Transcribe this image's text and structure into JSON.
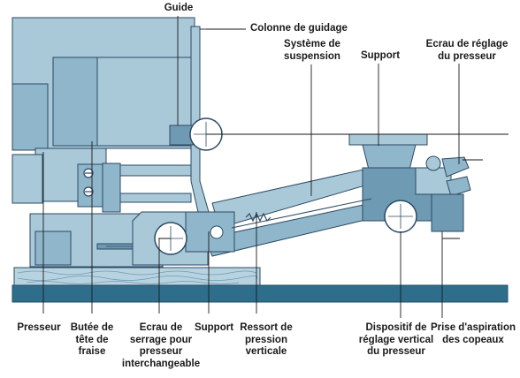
{
  "labels": {
    "guide": "Guide",
    "colonne": "Colonne de guidage",
    "systeme": "Système de\nsuspension",
    "support_top": "Support",
    "ecrau_reglage": "Ecrau de réglage\ndu presseur",
    "presseur": "Presseur",
    "butee": "Butée de\ntête de\nfraise",
    "ecrau_serrage": "Ecrau de\nserrage pour\npresseur\ninterchangeable",
    "support_bottom": "Support",
    "ressort": "Ressort de\npression\nverticale",
    "dispositif": "Dispositif de\nréglage vertical\ndu presseur",
    "prise": "Prise d'aspiration\ndes copeaux"
  },
  "colors": {
    "body_light": "#a9c8d8",
    "body_mid": "#8fb6ca",
    "body_dark": "#6f9ab3",
    "outline": "#2b4a63",
    "table": "#2f6e8a",
    "wood": "#b8d3e0",
    "leader": "#1a1a1a",
    "background": "#ffffff"
  }
}
